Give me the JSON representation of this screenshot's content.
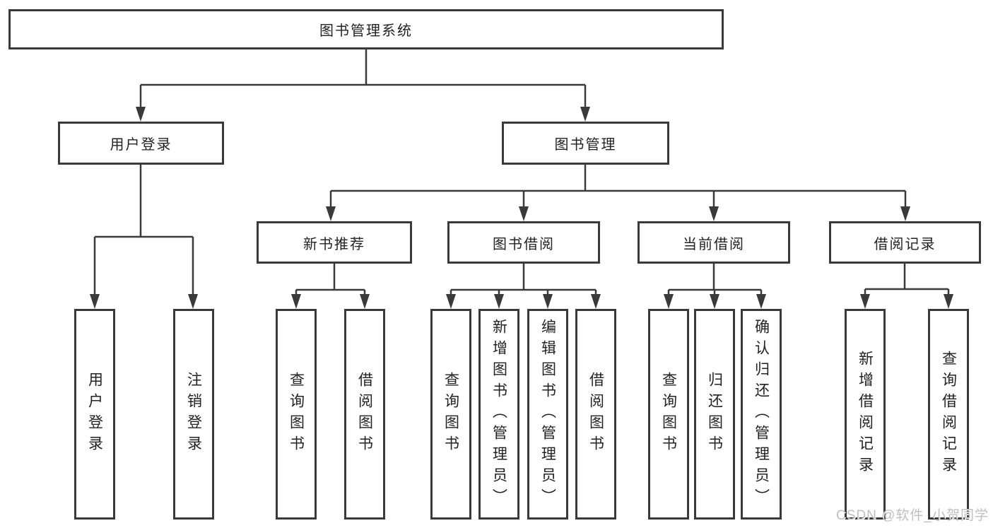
{
  "diagram": {
    "watermark": "CSDN @软件_小贺同学",
    "colors": {
      "line": "#3a3a3a",
      "box_border": "#3a3a3a",
      "box_fill": "#ffffff",
      "text": "#222222",
      "watermark": "#bfbfbf",
      "background": "#ffffff"
    },
    "tree": {
      "label": "图书管理系统",
      "children": [
        {
          "label": "用户登录",
          "children": [
            {
              "label": "用户登录"
            },
            {
              "label": "注销登录"
            }
          ]
        },
        {
          "label": "图书管理",
          "children": [
            {
              "label": "新书推荐",
              "children": [
                {
                  "label": "查询图书"
                },
                {
                  "label": "借阅图书"
                }
              ]
            },
            {
              "label": "图书借阅",
              "children": [
                {
                  "label": "查询图书"
                },
                {
                  "label": "新增图书（管理员）"
                },
                {
                  "label": "编辑图书（管理员）"
                },
                {
                  "label": "借阅图书"
                }
              ]
            },
            {
              "label": "当前借阅",
              "children": [
                {
                  "label": "查询图书"
                },
                {
                  "label": "归还图书"
                },
                {
                  "label": "确认归还（管理员）"
                }
              ]
            },
            {
              "label": "借阅记录",
              "children": [
                {
                  "label": "新增借阅记录"
                },
                {
                  "label": "查询借阅记录"
                }
              ]
            }
          ]
        }
      ]
    }
  }
}
